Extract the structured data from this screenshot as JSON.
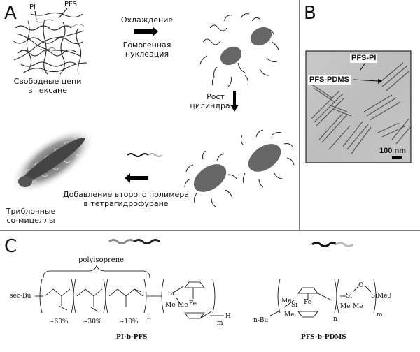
{
  "panels": {
    "a": "A",
    "b": "B",
    "c": "C"
  },
  "panel_a": {
    "chain_labels": {
      "pi": "PI",
      "pfs": "PFS"
    },
    "free_chains": [
      "Свободные цепи",
      "в гексане"
    ],
    "cooling": [
      "Охлаждение",
      "Гомогенная",
      "нуклеация"
    ],
    "growth": [
      "Рост",
      "цилиндра"
    ],
    "add_polymer": [
      "Добавление второго полимера",
      "в тетрагидрофуране"
    ],
    "triblock": [
      "Триблочные",
      "со-мицеллы"
    ]
  },
  "panel_b": {
    "label_pfs_pi": "PFS-PI",
    "label_pfs_pdms": "PFS-PDMS",
    "scale_bar": "100 nm"
  },
  "panel_c": {
    "polyisoprene": "polyisoprene",
    "fractions": [
      "~60%",
      "~30%",
      "~10%"
    ],
    "left_name": "PI-b-PFS",
    "right_name": "PFS-b-PDMS",
    "sec_bu": "sec-Bu",
    "n_bu": "n-Bu",
    "si": "Si",
    "fe": "Fe",
    "me": "Me",
    "o": "O",
    "sime3": "SiMe3",
    "h": "H",
    "n": "n",
    "m": "m"
  }
}
